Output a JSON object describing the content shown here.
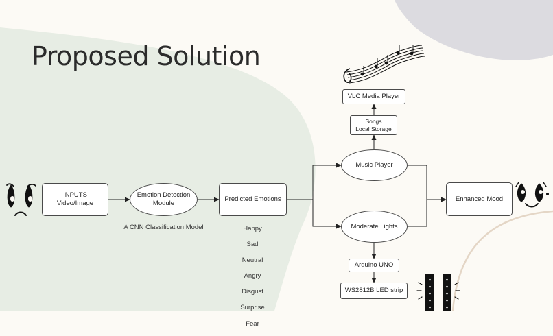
{
  "slide": {
    "title": "Proposed Solution",
    "colors": {
      "background": "#fcfaf5",
      "green_blob": "#e7ede4",
      "gray_blob": "#dcdbe0",
      "node_border": "#4a4a4a",
      "text": "#222222"
    }
  },
  "diagram": {
    "nodes": {
      "inputs": "INPUTS\nVideo/Image",
      "emotion_detection": "Emotion Detection\nModule",
      "predicted_emotions": "Predicted Emotions",
      "music_player": "Music Player",
      "moderate_lights": "Moderate Lights",
      "songs_storage": "Songs\nLocal Storage",
      "vlc_player": "VLC Media Player",
      "arduino": "Arduino UNO",
      "led_strip": "WS2812B LED strip",
      "enhanced_mood": "Enhanced Mood"
    },
    "cnn_caption": "A CNN Classification Model",
    "emotions": [
      "Happy",
      "Sad",
      "Neutral",
      "Angry",
      "Disgust",
      "Surprise",
      "Fear"
    ]
  },
  "icons": [
    "sad-face-icon",
    "happy-face-icon",
    "music-notes-icon",
    "led-strip-icon"
  ]
}
